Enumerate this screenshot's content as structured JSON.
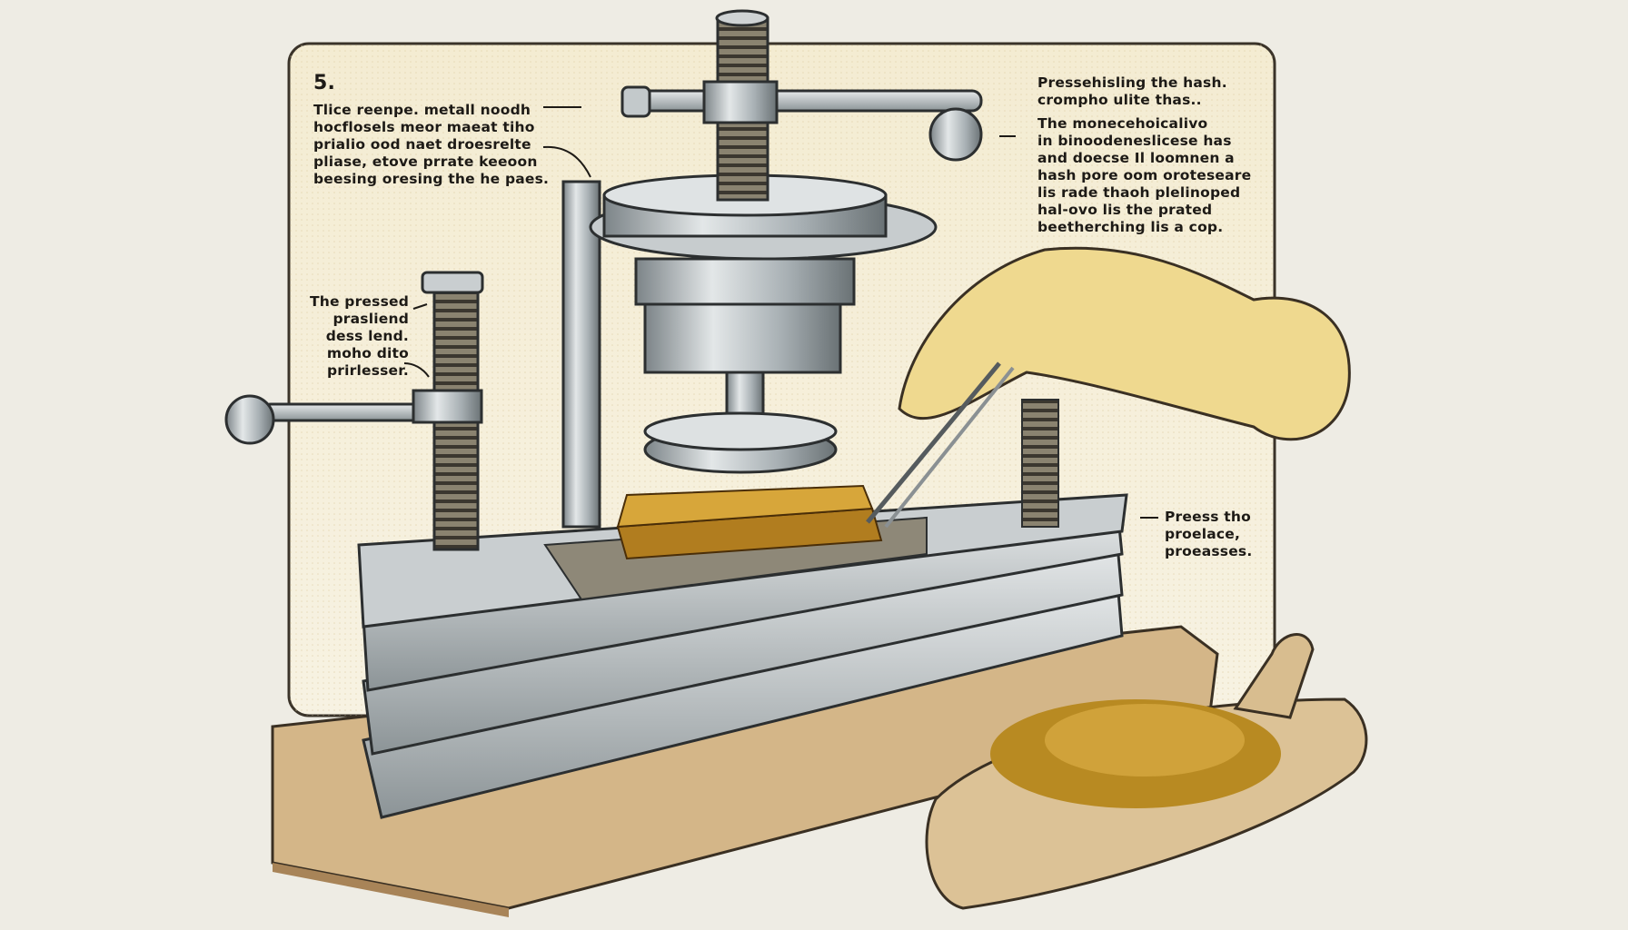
{
  "step_number": "5.",
  "callouts": {
    "top_left": "Tlice reenpe. metall noodh\nhocflosels meor maeat tiho\nprialio ood naet droesrelte\npliase, etove prrate keeoon\nbeesing oresing the he paes.",
    "top_right_heading": "Pressehisling the hash.\ncrompho ulite thas..",
    "top_right_body": "The monecehoicalivo\nin binoodeneslicese has\nand doecse Il loomnen a\nhash pore oom oroteseare\nlis rade thaoh plelinoped\nhal-ovo lis the prated\nbeetherching lis a cop.",
    "left_middle": "The pressed\nprasliend\ndess lend.\nmoho dito\nprirlesser.",
    "bottom_right": "Preess tho\nproelace,\nproeasses."
  },
  "colors": {
    "background": "#eeece4",
    "panel": "#f5efdc",
    "panel_border": "#3a3329",
    "steel": "#b9c0c4",
    "steel_dark": "#6e7679",
    "wood": "#d6b98d",
    "hash": "#c08a22",
    "glove": "#efd98f"
  }
}
